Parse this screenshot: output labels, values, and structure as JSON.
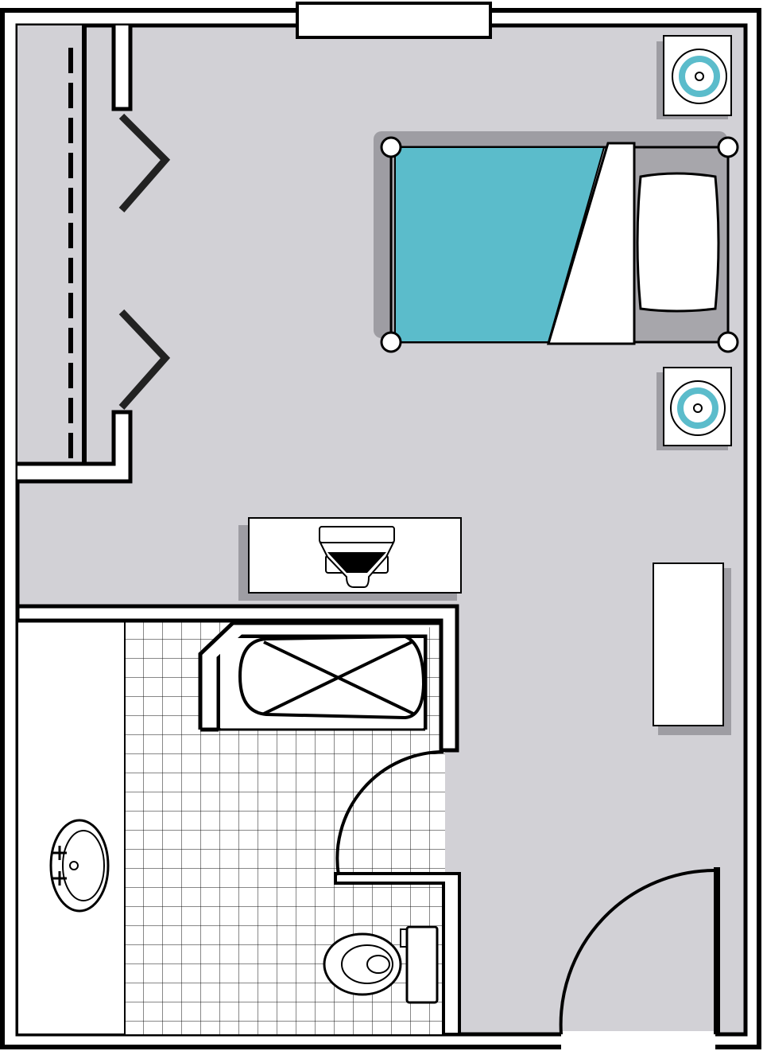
{
  "colors": {
    "floor": "#d2d1d6",
    "wall": "#ffffff",
    "line": "#000000",
    "blanket": "#5bbccb",
    "shadow": "#9e9da3",
    "tile": "#ffffff"
  },
  "icons": [
    "closet-rod",
    "bifold-door",
    "bed",
    "nightstand-lamp",
    "desk",
    "dresser",
    "bathtub",
    "toilet",
    "sink",
    "swing-door",
    "window"
  ]
}
